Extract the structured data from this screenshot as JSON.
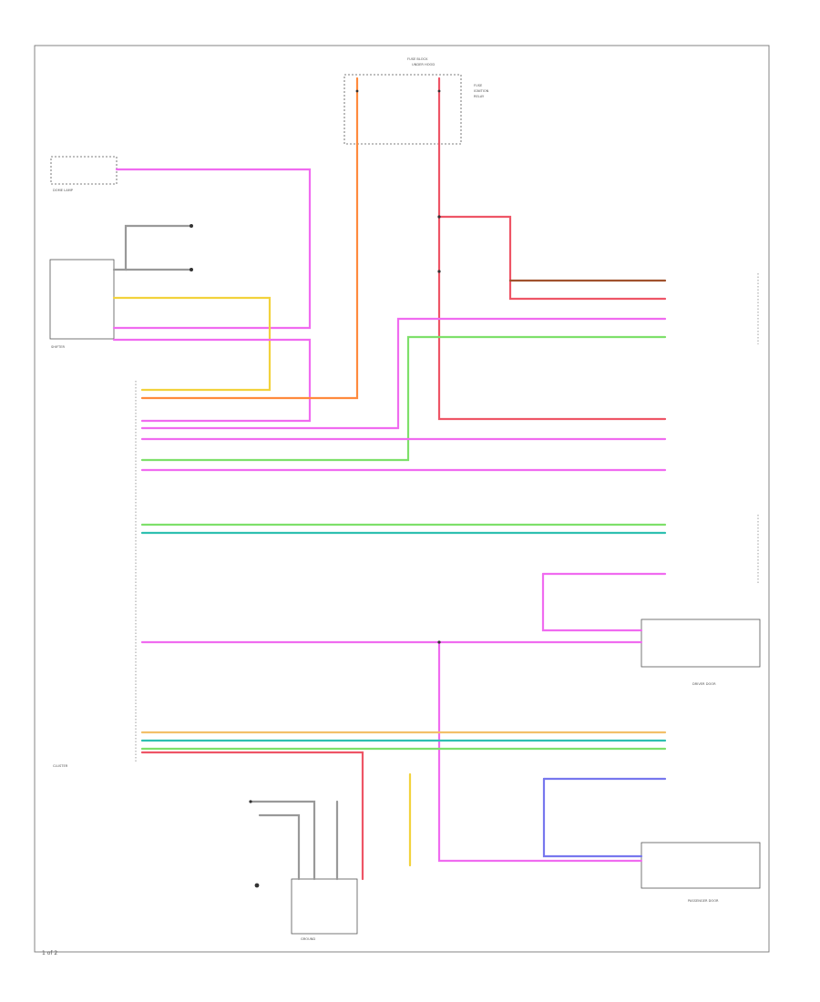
{
  "colors": {
    "pink": "#f06bf0",
    "red": "#ee5566",
    "orange": "#ff8a3d",
    "yellow": "#f2d23c",
    "green": "#7ee06a",
    "teal": "#2fc0b0",
    "blue": "#7777ee",
    "brown": "#a0522d",
    "wire_label_bg": "#ffffff"
  },
  "footer_code": "1 of 2",
  "components": {
    "fuse_block": "FUSE BLOCK",
    "under_hood": "UNDER HOOD",
    "cluster": "CLUSTER",
    "shifter": "SHIFTER",
    "passenger_door": "PASSENGER DOOR",
    "driver_door": "DRIVER DOOR",
    "dome_lamp": "DOME LAMP",
    "ground": "GROUND"
  }
}
